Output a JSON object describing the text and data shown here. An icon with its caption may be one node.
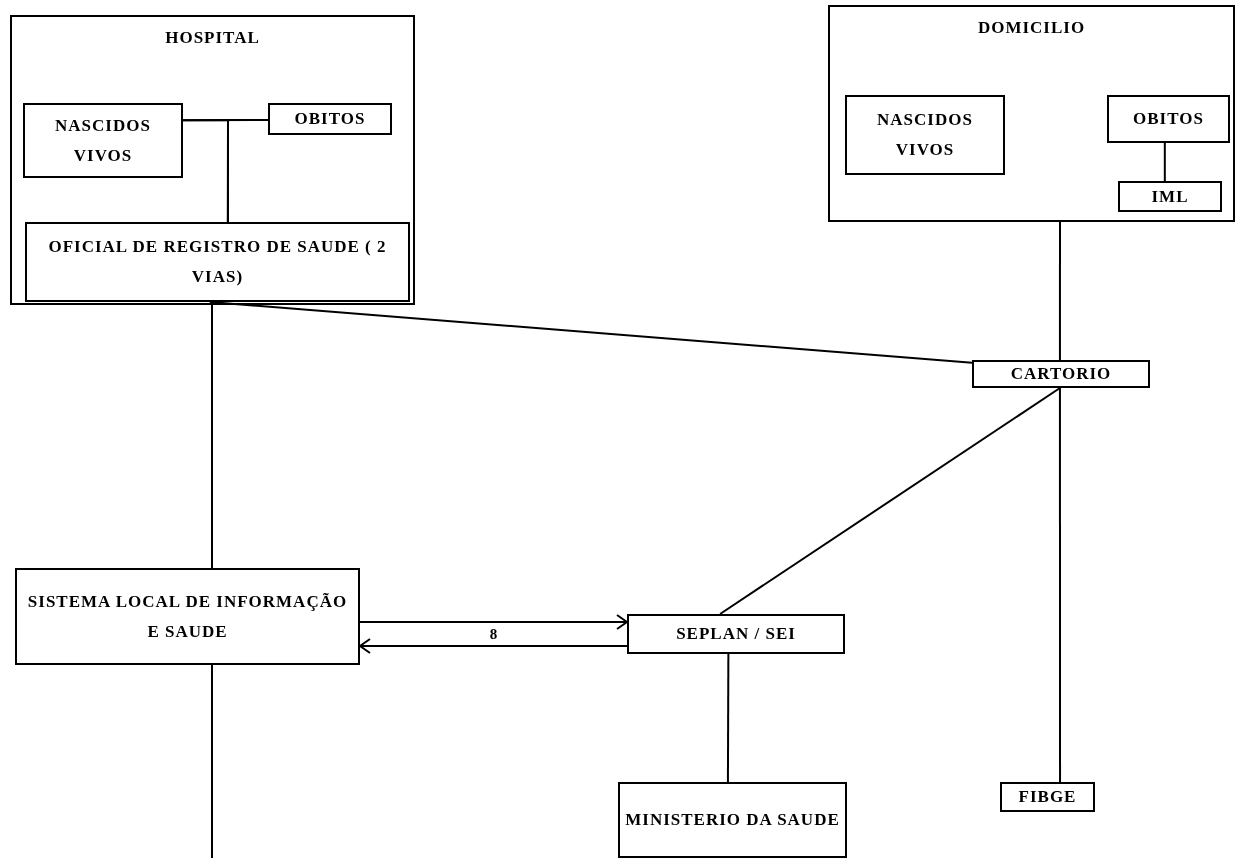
{
  "diagram": {
    "nodes": [
      {
        "text": [
          "HOSPITAL"
        ]
      },
      {
        "text": [
          "NASCIDOS VIVOS"
        ],
        "in": 0
      },
      {
        "text": [
          "OBITOS"
        ],
        "in": 0
      },
      {
        "text": [
          "OFICIAL DE REGISTRO DE SAUDE ( 2 VIAS)"
        ],
        "in": 0
      },
      {
        "text": [
          "DOMICILIO"
        ]
      },
      {
        "text": [
          "NASCIDOS VIVOS"
        ],
        "in": 4
      },
      {
        "text": [
          "OBITOS"
        ],
        "in": 4
      },
      {
        "text": [
          "IML"
        ],
        "in": 4
      },
      {
        "text": [
          "CARTORIO"
        ]
      },
      {
        "text": [
          "SISTEMA LOCAL DE INFORMAÇÃO E SAUDE"
        ]
      },
      {
        "text": [
          "SEPLAN / SEI"
        ]
      },
      {
        "text": [
          "MINISTERIO DA SAUDE"
        ]
      },
      {
        "text": [
          "FIBGE"
        ]
      }
    ],
    "edges": [
      {
        "from": 1,
        "to": 2,
        "arrow": "none"
      },
      {
        "from": 1,
        "to": 3,
        "arrow": "none"
      },
      {
        "from": 2,
        "to": 3,
        "arrow": "none"
      },
      {
        "from": 6,
        "to": 7,
        "arrow": "none"
      },
      {
        "from": 3,
        "to": 8,
        "arrow": "none"
      },
      {
        "from": 4,
        "to": 8,
        "arrow": "none"
      },
      {
        "from": 0,
        "to": 9,
        "arrow": "none"
      },
      {
        "from": 8,
        "to": 10,
        "arrow": "none"
      },
      {
        "from": 9,
        "to": 10,
        "arrow": "to"
      },
      {
        "from": 10,
        "to": 9,
        "arrow": "to",
        "label": "8"
      },
      {
        "from": 10,
        "to": 11,
        "arrow": "none"
      },
      {
        "from": 8,
        "to": 12,
        "arrow": "none"
      },
      {
        "from": 9,
        "to": null,
        "arrow": "none"
      }
    ]
  }
}
